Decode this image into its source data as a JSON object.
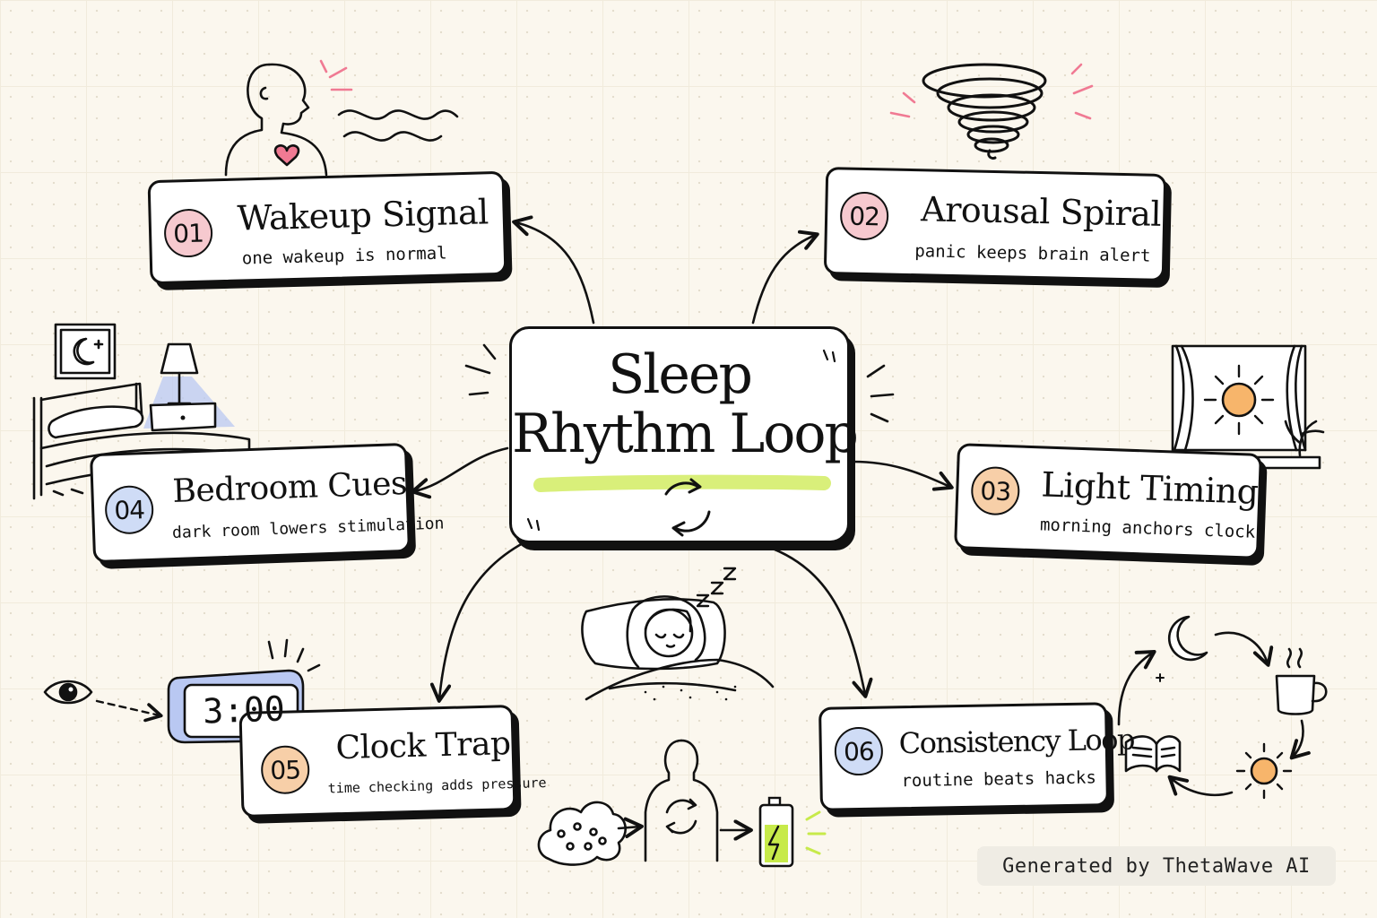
{
  "center": {
    "title_line1": "Sleep",
    "title_line2": "Rhythm Loop"
  },
  "nodes": [
    {
      "number": "01",
      "title": "Wakeup Signal",
      "subtitle": "one wakeup is normal",
      "badge_color": "#f6c9cf"
    },
    {
      "number": "02",
      "title": "Arousal Spiral",
      "subtitle": "panic keeps brain alert",
      "badge_color": "#f6c9cf"
    },
    {
      "number": "03",
      "title": "Light Timing",
      "subtitle": "morning anchors clock",
      "badge_color": "#f7cfa8"
    },
    {
      "number": "04",
      "title": "Bedroom Cues",
      "subtitle": "dark room lowers stimulation",
      "badge_color": "#cfdcf6"
    },
    {
      "number": "05",
      "title": "Clock Trap",
      "subtitle": "time checking adds pressure",
      "badge_color": "#f7cfa8"
    },
    {
      "number": "06",
      "title": "Consistency Loop",
      "subtitle": "routine beats hacks",
      "badge_color": "#cfdcf6"
    }
  ],
  "clock_display": "3:00",
  "footer": "Generated by ThetaWave AI",
  "colors": {
    "ink": "#111111",
    "background": "#fbf7ee",
    "highlight": "#d9ef7a",
    "accent_pink": "#f07a93",
    "sun_orange": "#f7b56b",
    "battery_green": "#c7ea4a",
    "lamp_blue": "#b9c8f2"
  }
}
